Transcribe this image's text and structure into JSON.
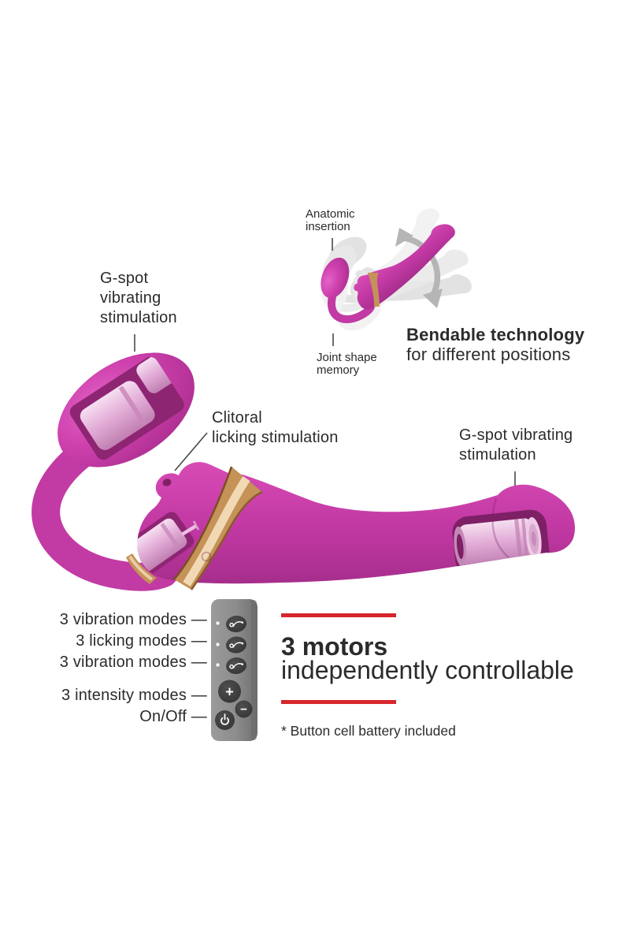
{
  "colors": {
    "pink": "#cb3aa9",
    "pink-dark": "#9a2a81",
    "pink-light": "#e466c8",
    "arm": "#c23aa3",
    "motor-light": "#f6dff1",
    "motor": "#e3aed8",
    "motor-dark": "#c07fb1",
    "cut": "#8e2573",
    "cut-deep": "#7e2066",
    "gold-dark": "#7a4e22",
    "gold": "#c59257",
    "gold-light": "#f2ddb9",
    "remote": "#8d8d8d",
    "remote-dark": "#6f6f6f",
    "button": "#3a3a3a",
    "ghost1": "#f2f2f2",
    "ghost2": "#e9e9e9",
    "ghost3": "#dfdfdf",
    "arrow": "#b5b5b5",
    "text": "#2b2b2b",
    "red": "#d6262c"
  },
  "bendable": {
    "anatomic_line1": "Anatomic",
    "anatomic_line2": "insertion",
    "joint_line1": "Joint shape",
    "joint_line2": "memory",
    "title": "Bendable technology",
    "subtitle": "for different positions"
  },
  "callouts": {
    "gspot_left_line1": "G-spot",
    "gspot_left_line2": "vibrating",
    "gspot_left_line3": "stimulation",
    "clitoral_line1": "Clitoral",
    "clitoral_line2": "licking stimulation",
    "gspot_right_line1": "G-spot vibrating",
    "gspot_right_line2": "stimulation"
  },
  "remote": {
    "labels": [
      "3 vibration modes —",
      "3 licking modes —",
      "3 vibration modes —",
      "3 intensity modes —",
      "On/Off —"
    ],
    "plus": "+",
    "minus": "−"
  },
  "features": {
    "title": "3 motors",
    "subtitle": "independently controllable",
    "note": "* Button cell battery included"
  }
}
